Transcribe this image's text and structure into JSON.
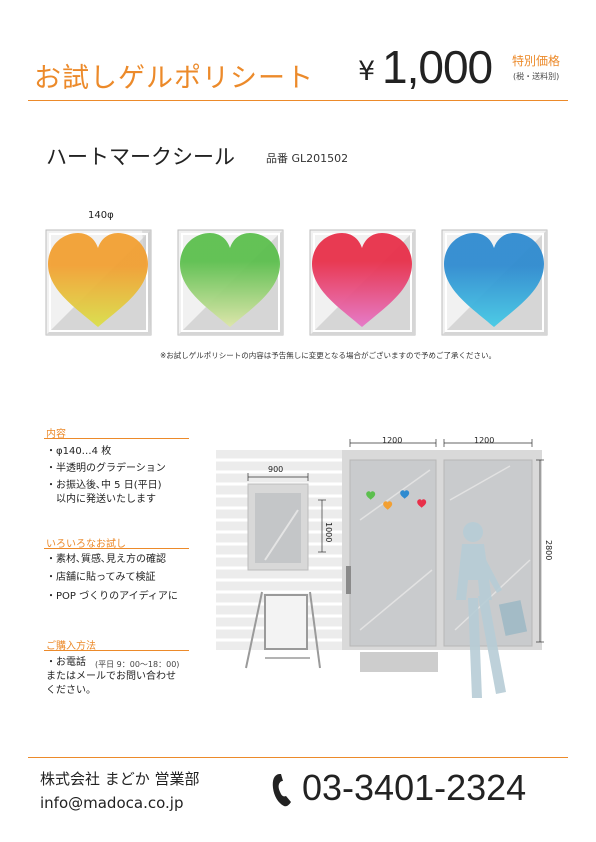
{
  "header": {
    "title": "お試しゲルポリシート",
    "yen": "¥",
    "price": "1,000",
    "special_label": "特別価格",
    "tax_note": "(税・送料別)"
  },
  "product": {
    "name": "ハートマークシール",
    "code": "品番 GL201502",
    "size": "140φ",
    "notice": "※お試しゲルポリシートの内容は予告無しに変更となる場合がございますので予めご了承ください。"
  },
  "colors": {
    "accent": "#ec8a2a",
    "heart_orange": "#f2a033",
    "heart_green": "#5cbf4e",
    "heart_red": "#e8304a",
    "heart_blue": "#2f8bd0"
  },
  "sections": {
    "contents": {
      "heading": "内容",
      "items": [
        "・φ140…4 枚",
        "・半透明のグラデーション",
        "・お振込後､中 5 日(平日)",
        "以内に発送いたします"
      ]
    },
    "uses": {
      "heading": "いろいろなお試し",
      "items": [
        "・素材､質感､見え方の確認",
        "・店舗に貼ってみて検証",
        "・POP づくりのアイディアに"
      ]
    },
    "purchase": {
      "heading": "ご購入方法",
      "phone_label": "・お電話",
      "hours": "(平日 9：00～18：00)",
      "line2": "またはメールでお問い合わせ",
      "line3": "ください。"
    }
  },
  "illustration": {
    "dim_door1": "1200",
    "dim_door2": "1200",
    "dim_window_w": "900",
    "dim_window_h": "1000",
    "dim_height": "2800"
  },
  "footer": {
    "company": "株式会社 まどか 営業部",
    "email": "info@madoca.co.jp",
    "phone_icon": "phone-icon",
    "phone": "03-3401-2324"
  }
}
